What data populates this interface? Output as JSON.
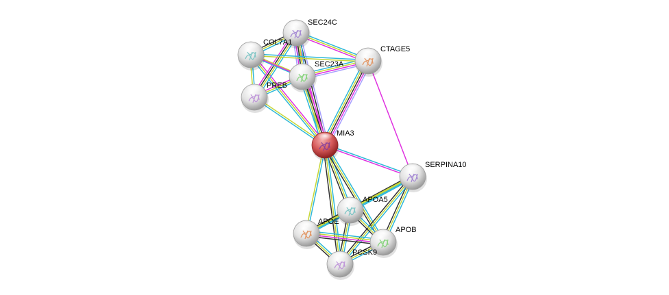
{
  "title": "STRING protein interaction network",
  "colors": {
    "textmining": "#c6d636",
    "experiments": "#e032e0",
    "databases": "#2fb8d8",
    "coexpression": "#333333",
    "homology": "#a7a0ff",
    "query_node": "#d65555",
    "node": "#e4e4e4"
  },
  "nodes": [
    {
      "id": "MIA3",
      "label": "MIA3",
      "query": true
    },
    {
      "id": "SEC24C",
      "label": "SEC24C"
    },
    {
      "id": "COL7A1",
      "label": "COL7A1"
    },
    {
      "id": "CTAGE5",
      "label": "CTAGE5"
    },
    {
      "id": "SEC23A",
      "label": "SEC23A"
    },
    {
      "id": "PREB",
      "label": "PREB"
    },
    {
      "id": "SERPINA10",
      "label": "SERPINA10"
    },
    {
      "id": "APOA5",
      "label": "APOA5"
    },
    {
      "id": "APOE",
      "label": "APOE"
    },
    {
      "id": "APOB",
      "label": "APOB"
    },
    {
      "id": "PCSK9",
      "label": "PCSK9"
    }
  ],
  "edges": [
    {
      "a": "MIA3",
      "b": "SEC24C",
      "types": [
        "databases",
        "textmining",
        "experiments",
        "coexpression",
        "homology"
      ]
    },
    {
      "a": "MIA3",
      "b": "SEC23A",
      "types": [
        "databases",
        "textmining",
        "coexpression",
        "experiments"
      ]
    },
    {
      "a": "MIA3",
      "b": "CTAGE5",
      "types": [
        "databases",
        "textmining",
        "coexpression",
        "experiments",
        "homology"
      ]
    },
    {
      "a": "MIA3",
      "b": "COL7A1",
      "types": [
        "databases",
        "textmining",
        "experiments"
      ]
    },
    {
      "a": "MIA3",
      "b": "PREB",
      "types": [
        "databases",
        "textmining"
      ]
    },
    {
      "a": "MIA3",
      "b": "SERPINA10",
      "types": [
        "databases",
        "experiments"
      ]
    },
    {
      "a": "MIA3",
      "b": "APOA5",
      "types": [
        "databases",
        "textmining",
        "coexpression"
      ]
    },
    {
      "a": "MIA3",
      "b": "APOE",
      "types": [
        "databases",
        "textmining"
      ]
    },
    {
      "a": "MIA3",
      "b": "APOB",
      "types": [
        "databases",
        "textmining",
        "coexpression"
      ]
    },
    {
      "a": "MIA3",
      "b": "PCSK9",
      "types": [
        "databases",
        "textmining",
        "coexpression"
      ]
    },
    {
      "a": "SEC24C",
      "b": "SEC23A",
      "types": [
        "databases",
        "textmining",
        "coexpression",
        "experiments",
        "homology"
      ]
    },
    {
      "a": "SEC24C",
      "b": "CTAGE5",
      "types": [
        "databases",
        "textmining",
        "experiments"
      ]
    },
    {
      "a": "SEC24C",
      "b": "COL7A1",
      "types": [
        "databases",
        "textmining",
        "coexpression"
      ]
    },
    {
      "a": "SEC24C",
      "b": "PREB",
      "types": [
        "databases",
        "textmining",
        "coexpression",
        "experiments"
      ]
    },
    {
      "a": "SEC23A",
      "b": "CTAGE5",
      "types": [
        "databases",
        "textmining",
        "experiments",
        "homology"
      ]
    },
    {
      "a": "SEC23A",
      "b": "COL7A1",
      "types": [
        "databases",
        "textmining"
      ]
    },
    {
      "a": "SEC23A",
      "b": "PREB",
      "types": [
        "databases",
        "textmining",
        "experiments"
      ]
    },
    {
      "a": "COL7A1",
      "b": "CTAGE5",
      "types": [
        "databases",
        "textmining"
      ]
    },
    {
      "a": "COL7A1",
      "b": "PREB",
      "types": [
        "databases",
        "textmining"
      ]
    },
    {
      "a": "COL7A1",
      "b": "SEC23A",
      "types": [
        "experiments"
      ]
    },
    {
      "a": "CTAGE5",
      "b": "SERPINA10",
      "types": [
        "experiments"
      ]
    },
    {
      "a": "SERPINA10",
      "b": "APOA5",
      "types": [
        "databases",
        "textmining",
        "coexpression"
      ]
    },
    {
      "a": "SERPINA10",
      "b": "APOB",
      "types": [
        "databases",
        "textmining",
        "coexpression"
      ]
    },
    {
      "a": "SERPINA10",
      "b": "PCSK9",
      "types": [
        "databases",
        "textmining",
        "coexpression"
      ]
    },
    {
      "a": "SERPINA10",
      "b": "APOE",
      "types": [
        "databases",
        "textmining"
      ]
    },
    {
      "a": "APOA5",
      "b": "APOE",
      "types": [
        "databases",
        "textmining",
        "coexpression"
      ]
    },
    {
      "a": "APOA5",
      "b": "APOB",
      "types": [
        "databases",
        "textmining",
        "coexpression"
      ]
    },
    {
      "a": "APOA5",
      "b": "PCSK9",
      "types": [
        "databases",
        "textmining",
        "coexpression"
      ]
    },
    {
      "a": "APOE",
      "b": "APOB",
      "types": [
        "databases",
        "textmining",
        "experiments",
        "coexpression"
      ]
    },
    {
      "a": "APOE",
      "b": "PCSK9",
      "types": [
        "databases",
        "textmining",
        "coexpression"
      ]
    },
    {
      "a": "APOB",
      "b": "PCSK9",
      "types": [
        "databases",
        "textmining",
        "coexpression"
      ]
    }
  ]
}
